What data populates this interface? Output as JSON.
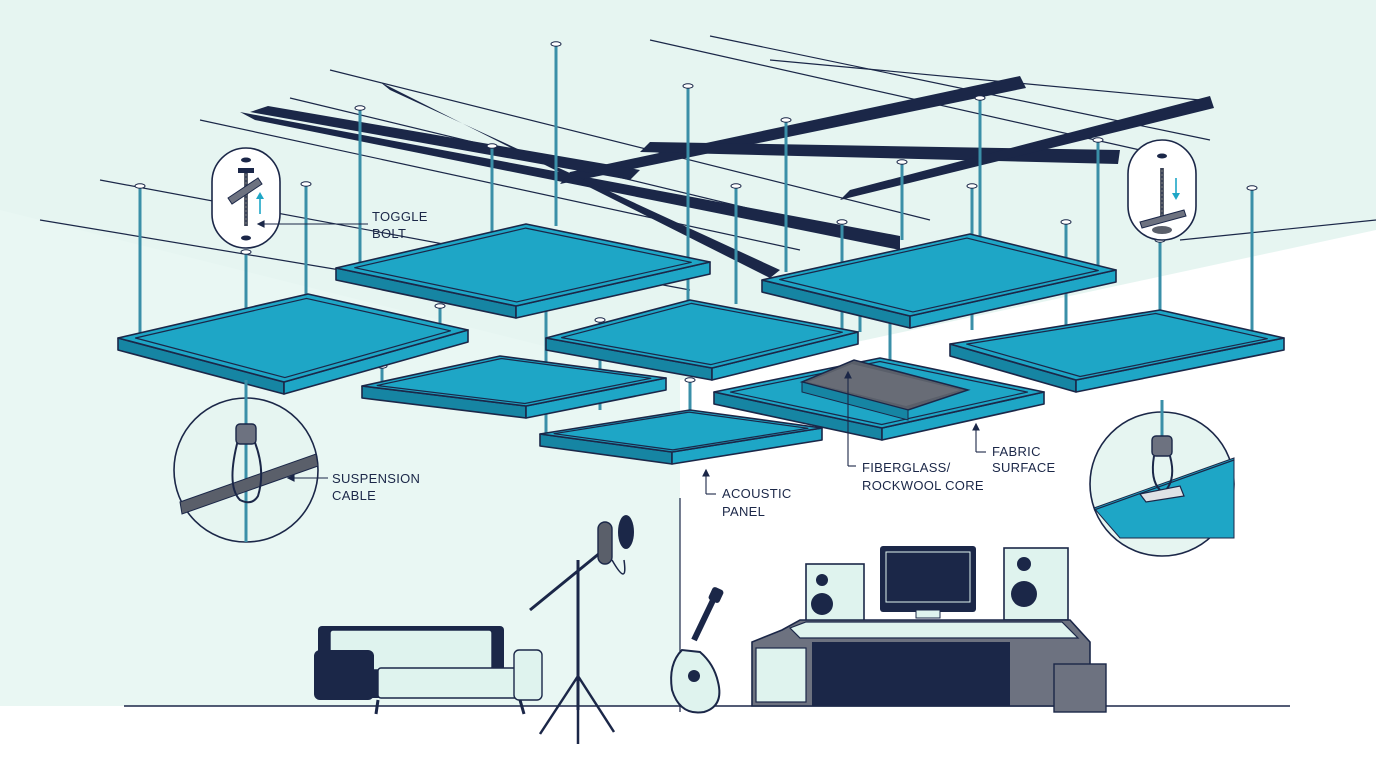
{
  "labels": {
    "toggle_bolt_1": "TOGGLE",
    "toggle_bolt_2": "BOLT",
    "suspension_cable_1": "SUSPENSION",
    "suspension_cable_2": "CABLE",
    "acoustic_panel_1": "ACOUSTIC",
    "acoustic_panel_2": "PANEL",
    "core_1": "FIBERGLASS/",
    "core_2": "ROCKWOOL CORE",
    "fabric_1": "FABRIC",
    "fabric_2": "SURFACE"
  },
  "colors": {
    "background": "#e6f5f1",
    "panel": "#1ea6c6",
    "panel_edge": "#1685a3",
    "navy": "#1b2748",
    "rod": "#3a8fa8",
    "gray": "#6d7280",
    "core": "#5a5f6a",
    "light": "#dff3ee"
  },
  "icons": {
    "toggle_bolt_detail": "toggle-bolt-icon",
    "cable_clamp_detail": "cable-clamp-icon",
    "anchor_detail": "ceiling-anchor-icon",
    "microphone": "microphone-stand-icon",
    "guitar": "guitar-icon",
    "sofa": "sofa-icon",
    "desk": "studio-desk-icon"
  }
}
